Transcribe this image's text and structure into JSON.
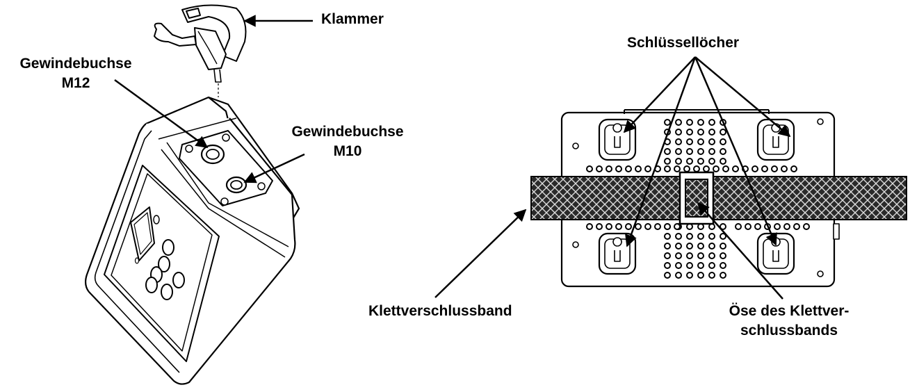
{
  "labels": {
    "klammer": "Klammer",
    "m12_line1": "Gewindebuchse",
    "m12_line2": "M12",
    "m10_line1": "Gewindebuchse",
    "m10_line2": "M10",
    "keyholes": "Schlüssellöcher",
    "strap": "Klettverschlussband",
    "eyelet_line1": "Öse des Klettver-",
    "eyelet_line2": "schlussbands"
  },
  "icons": [
    "clamp-icon",
    "fixture-icon",
    "bottom-plate-icon",
    "velcro-strap-icon",
    "keyhole-icon"
  ]
}
